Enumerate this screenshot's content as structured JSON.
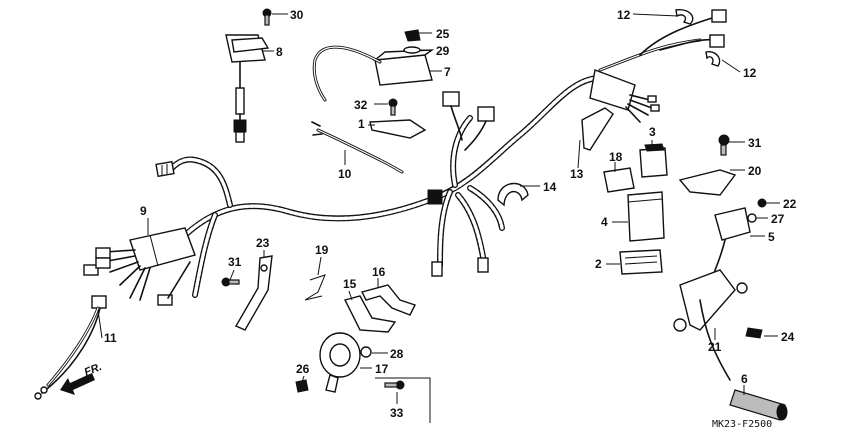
{
  "diagram_code": "MK23-F2500",
  "front_label": "FR.",
  "callouts": {
    "c1": "1",
    "c2": "2",
    "c3": "3",
    "c4": "4",
    "c5": "5",
    "c6": "6",
    "c7": "7",
    "c8": "8",
    "c9": "9",
    "c10": "10",
    "c11": "11",
    "c12a": "12",
    "c12b": "12",
    "c13": "13",
    "c14": "14",
    "c15": "15",
    "c16": "16",
    "c17": "17",
    "c18": "18",
    "c19": "19",
    "c20": "20",
    "c21": "21",
    "c22": "22",
    "c23": "23",
    "c24": "24",
    "c25": "25",
    "c26": "26",
    "c27": "27",
    "c28": "28",
    "c29": "29",
    "c30": "30",
    "c31a": "31",
    "c31b": "31",
    "c32": "32",
    "c33": "33"
  }
}
